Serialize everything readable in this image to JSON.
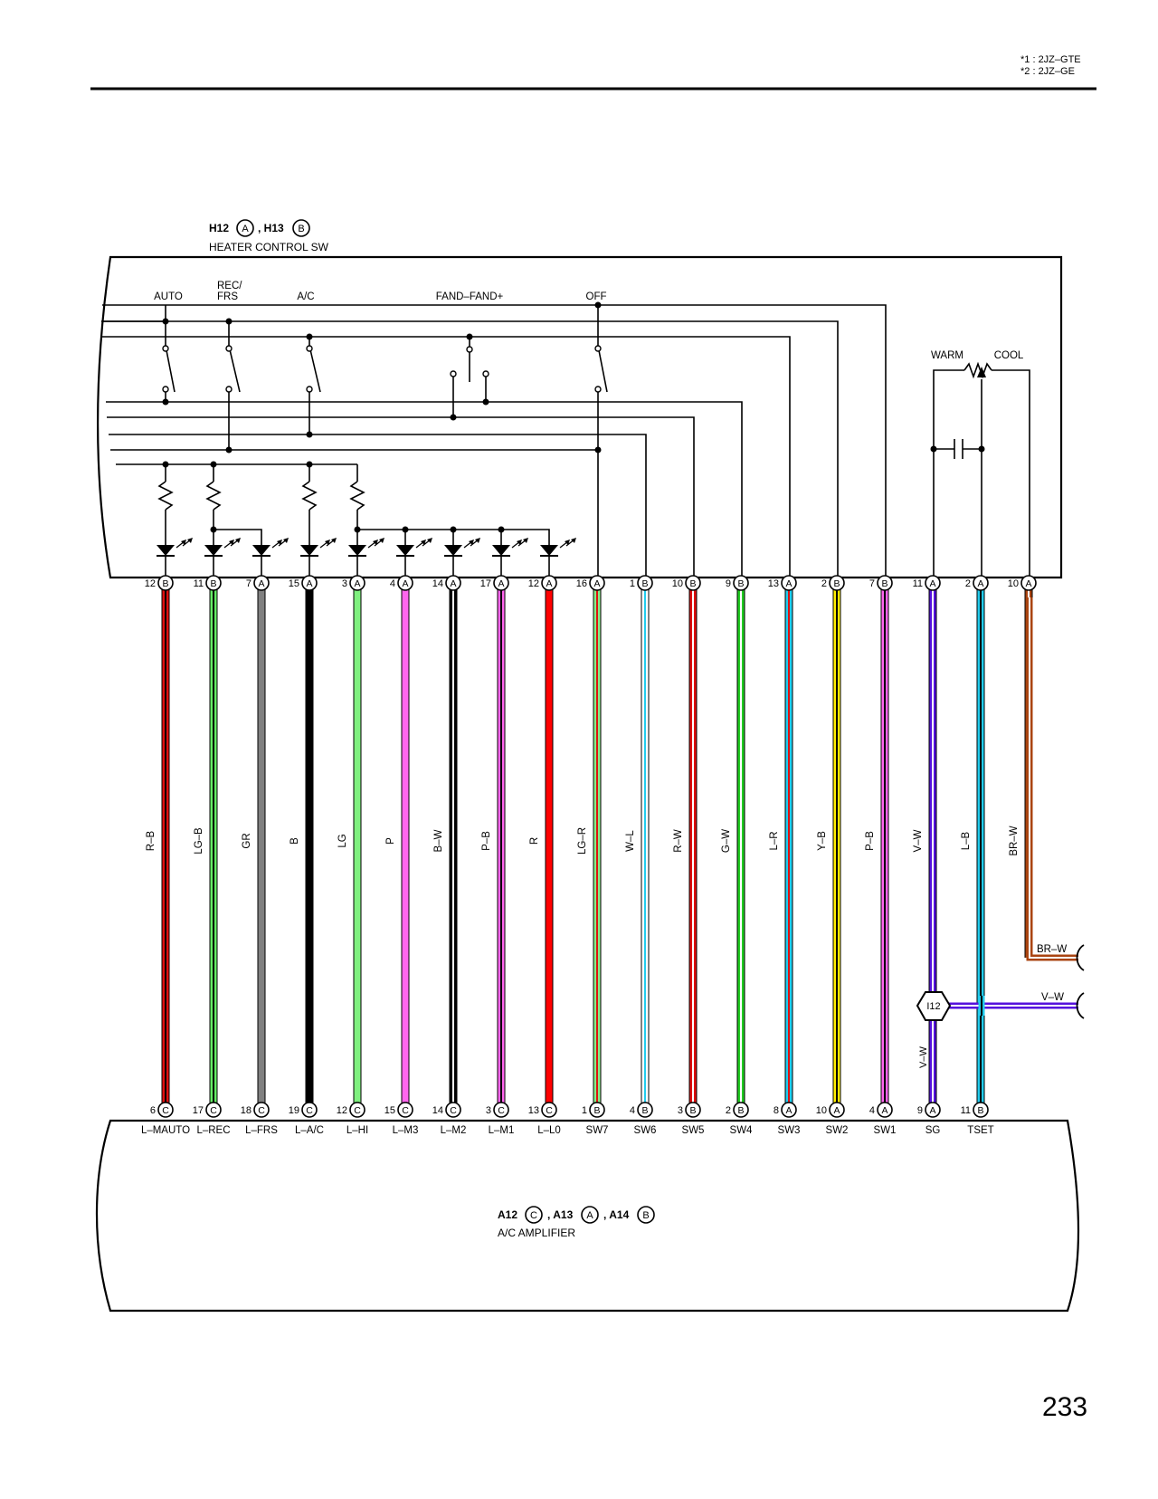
{
  "notes": [
    "*1 : 2JZ–GTE",
    "*2 : 2JZ–GE"
  ],
  "page_number": "233",
  "heater_switch": {
    "label_part1": "H12",
    "label_letter1": "A",
    "label_part2": ", H13",
    "label_letter2": "B",
    "title": "HEATER CONTROL SW",
    "switch_labels": {
      "auto": "AUTO",
      "rec_1": "REC/",
      "rec_2": "FRS",
      "ac": "A/C",
      "fan": "FAND–FAND+",
      "off": "OFF",
      "warm": "WARM",
      "cool": "COOL"
    }
  },
  "amplifier": {
    "part1": "A12",
    "letter1": "C",
    "part2": ", A13",
    "letter2": "A",
    "part3": ", A14",
    "letter3": "B",
    "title": "A/C AMPLIFIER"
  },
  "wires": [
    {
      "top_pin": "12",
      "top_conn": "B",
      "color_code": "R–B",
      "bottom_pin": "6",
      "bottom_conn": "C",
      "terminal": "L–MAUTO",
      "base": "#e01010",
      "stripe": "#000000"
    },
    {
      "top_pin": "11",
      "top_conn": "B",
      "color_code": "LG–B",
      "bottom_pin": "17",
      "bottom_conn": "C",
      "terminal": "L–REC",
      "base": "#66ee66",
      "stripe": "#000000"
    },
    {
      "top_pin": "7",
      "top_conn": "A",
      "color_code": "GR",
      "bottom_pin": "18",
      "bottom_conn": "C",
      "terminal": "L–FRS",
      "base": "#808080",
      "stripe": ""
    },
    {
      "top_pin": "15",
      "top_conn": "A",
      "color_code": "B",
      "bottom_pin": "19",
      "bottom_conn": "C",
      "terminal": "L–A/C",
      "base": "#000000",
      "stripe": ""
    },
    {
      "top_pin": "3",
      "top_conn": "A",
      "color_code": "LG",
      "bottom_pin": "12",
      "bottom_conn": "C",
      "terminal": "L–HI",
      "base": "#7ff07f",
      "stripe": ""
    },
    {
      "top_pin": "4",
      "top_conn": "A",
      "color_code": "P",
      "bottom_pin": "15",
      "bottom_conn": "C",
      "terminal": "L–M3",
      "base": "#ff66ee",
      "stripe": ""
    },
    {
      "top_pin": "14",
      "top_conn": "A",
      "color_code": "B–W",
      "bottom_pin": "14",
      "bottom_conn": "C",
      "terminal": "L–M2",
      "base": "#000000",
      "stripe": "#ffffff"
    },
    {
      "top_pin": "17",
      "top_conn": "A",
      "color_code": "P–B",
      "bottom_pin": "3",
      "bottom_conn": "C",
      "terminal": "L–M1",
      "base": "#ff66ee",
      "stripe": "#000000"
    },
    {
      "top_pin": "12",
      "top_conn": "A",
      "color_code": "R",
      "bottom_pin": "13",
      "bottom_conn": "C",
      "terminal": "L–L0",
      "base": "#ff0000",
      "stripe": ""
    },
    {
      "top_pin": "16",
      "top_conn": "A",
      "color_code": "LG–R",
      "bottom_pin": "1",
      "bottom_conn": "B",
      "terminal": "SW7",
      "base": "#88ee88",
      "stripe": "#e01010"
    },
    {
      "top_pin": "1",
      "top_conn": "B",
      "color_code": "W–L",
      "bottom_pin": "4",
      "bottom_conn": "B",
      "terminal": "SW6",
      "base": "#ffffff",
      "stripe": "#22ccee"
    },
    {
      "top_pin": "10",
      "top_conn": "B",
      "color_code": "R–W",
      "bottom_pin": "3",
      "bottom_conn": "B",
      "terminal": "SW5",
      "base": "#e01010",
      "stripe": "#ffffff"
    },
    {
      "top_pin": "9",
      "top_conn": "B",
      "color_code": "G–W",
      "bottom_pin": "2",
      "bottom_conn": "B",
      "terminal": "SW4",
      "base": "#22cc22",
      "stripe": "#ffffff"
    },
    {
      "top_pin": "13",
      "top_conn": "A",
      "color_code": "L–R",
      "bottom_pin": "8",
      "bottom_conn": "A",
      "terminal": "SW3",
      "base": "#22ccee",
      "stripe": "#e01010"
    },
    {
      "top_pin": "2",
      "top_conn": "B",
      "color_code": "Y–B",
      "bottom_pin": "10",
      "bottom_conn": "A",
      "terminal": "SW2",
      "base": "#ffee00",
      "stripe": "#000000"
    },
    {
      "top_pin": "7",
      "top_conn": "B",
      "color_code": "P–B",
      "bottom_pin": "4",
      "bottom_conn": "A",
      "terminal": "SW1",
      "base": "#ff66ee",
      "stripe": "#000000"
    },
    {
      "top_pin": "11",
      "top_conn": "A",
      "color_code": "V–W",
      "bottom_pin": "9",
      "bottom_conn": "A",
      "terminal": "SG",
      "base": "#5511dd",
      "stripe": "#ffffff"
    },
    {
      "top_pin": "2",
      "top_conn": "A",
      "color_code": "L–B",
      "bottom_pin": "11",
      "bottom_conn": "B",
      "terminal": "TSET",
      "base": "#22ccee",
      "stripe": "#000000"
    },
    {
      "top_pin": "10",
      "top_conn": "A",
      "color_code": "BR–W",
      "bottom_pin": "",
      "bottom_conn": "",
      "terminal": "",
      "base": "#aa4411",
      "stripe": "#ffffff"
    }
  ],
  "splice": {
    "label": "I12",
    "wire_label_vertical": "V–W",
    "wire_label_out": "V–W",
    "brw_label_out": "BR–W"
  },
  "colors": {
    "line": "#000000",
    "background": "#ffffff"
  }
}
